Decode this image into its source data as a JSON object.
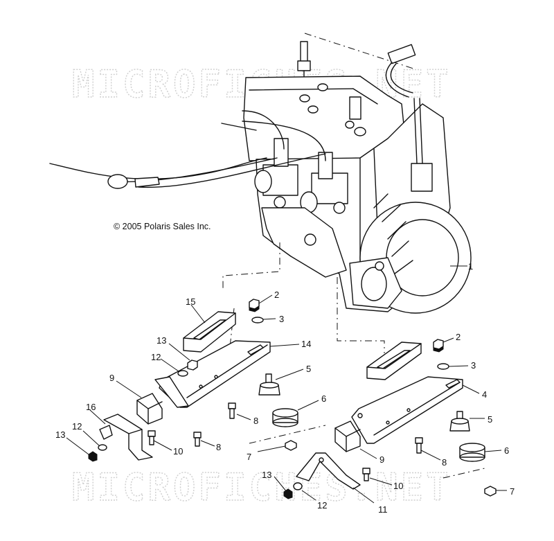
{
  "watermark": {
    "text": "MICROFICHES.NET"
  },
  "copyright": "© 2005 Polaris Sales Inc.",
  "callouts": [
    {
      "id": "1",
      "label": "1"
    },
    {
      "id": "2a",
      "label": "2"
    },
    {
      "id": "3a",
      "label": "3"
    },
    {
      "id": "15",
      "label": "15"
    },
    {
      "id": "14",
      "label": "14"
    },
    {
      "id": "13a",
      "label": "13"
    },
    {
      "id": "12a",
      "label": "12"
    },
    {
      "id": "9a",
      "label": "9"
    },
    {
      "id": "5a",
      "label": "5"
    },
    {
      "id": "6a",
      "label": "6"
    },
    {
      "id": "8a",
      "label": "8"
    },
    {
      "id": "16",
      "label": "16"
    },
    {
      "id": "12b",
      "label": "12"
    },
    {
      "id": "13b",
      "label": "13"
    },
    {
      "id": "10a",
      "label": "10"
    },
    {
      "id": "8b",
      "label": "8"
    },
    {
      "id": "7a",
      "label": "7"
    },
    {
      "id": "2b",
      "label": "2"
    },
    {
      "id": "3b",
      "label": "3"
    },
    {
      "id": "4",
      "label": "4"
    },
    {
      "id": "5b",
      "label": "5"
    },
    {
      "id": "6b",
      "label": "6"
    },
    {
      "id": "8c",
      "label": "8"
    },
    {
      "id": "9b",
      "label": "9"
    },
    {
      "id": "10b",
      "label": "10"
    },
    {
      "id": "13c",
      "label": "13"
    },
    {
      "id": "12c",
      "label": "12"
    },
    {
      "id": "11",
      "label": "11"
    },
    {
      "id": "7b",
      "label": "7"
    }
  ]
}
